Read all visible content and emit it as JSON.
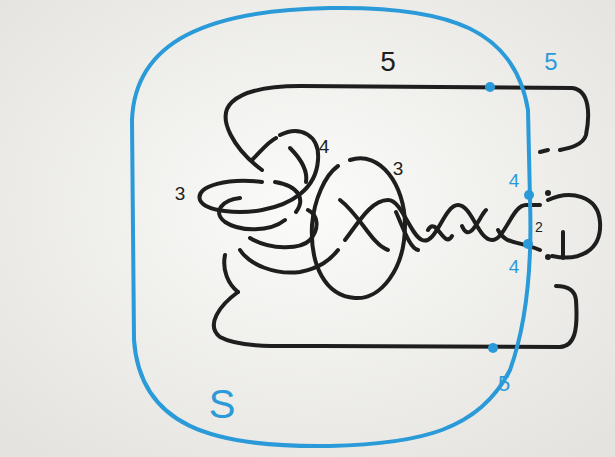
{
  "diagram": {
    "labels": [
      "5",
      "5",
      "4",
      "3",
      "3",
      "4",
      "2",
      "4",
      "5",
      "S"
    ]
  }
}
